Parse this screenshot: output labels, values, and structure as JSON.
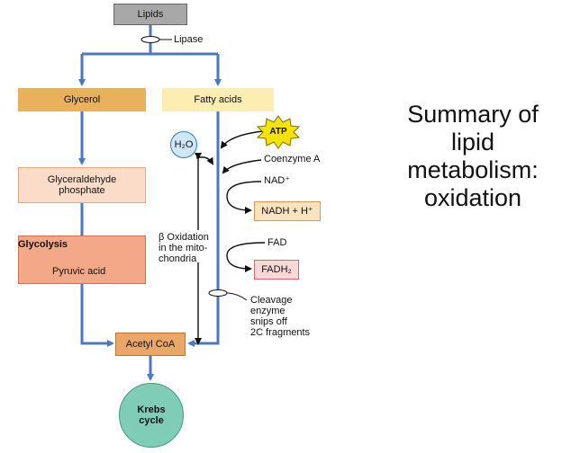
{
  "diagram": {
    "lipids": "Lipids",
    "lipase": "Lipase",
    "glycerol": "Glycerol",
    "fatty_acids": "Fatty acids",
    "atp": "ATP",
    "h2o": "H₂O",
    "coenzyme_a": "Coenzyme A",
    "nad": "NAD⁺",
    "nadh": "NADH + H⁺",
    "fad": "FAD",
    "fadh2": "FADH₂",
    "glyceraldehyde_line1": "Glyceraldehyde",
    "glyceraldehyde_line2": "phosphate",
    "glycolysis": "Glycolysis",
    "pyruvic_acid": "Pyruvic acid",
    "beta_oxidation_line1": "β Oxidation",
    "beta_oxidation_line2": "in the mito-",
    "beta_oxidation_line3": "chondria",
    "cleavage_line1": "Cleavage",
    "cleavage_line2": "enzyme",
    "cleavage_line3": "snips off",
    "cleavage_line4": "2C fragments",
    "acetyl_coa": "Acetyl CoA",
    "krebs_line1": "Krebs",
    "krebs_line2": "cycle"
  },
  "title": {
    "line1": "Summary of",
    "line2": "lipid",
    "line3": "metabolism:",
    "line4": "oxidation"
  },
  "colors": {
    "flow_blue": "#4a78c2",
    "lipids_box": "#a8a8a8",
    "glycerol_box": "#e9b15c",
    "fatty_box": "#fbeeb0",
    "glyceraldehyde_box": "#fbdcc8",
    "glycolysis_box": "#f3a888",
    "acetyl_box": "#e9a868",
    "krebs_circle": "#7fcdb6",
    "atp_star": "#f6e400",
    "h2o_circle": "#cfe7f6",
    "nadh_box": "#fbe3c0",
    "fadh2_box": "#fbd8d8"
  }
}
